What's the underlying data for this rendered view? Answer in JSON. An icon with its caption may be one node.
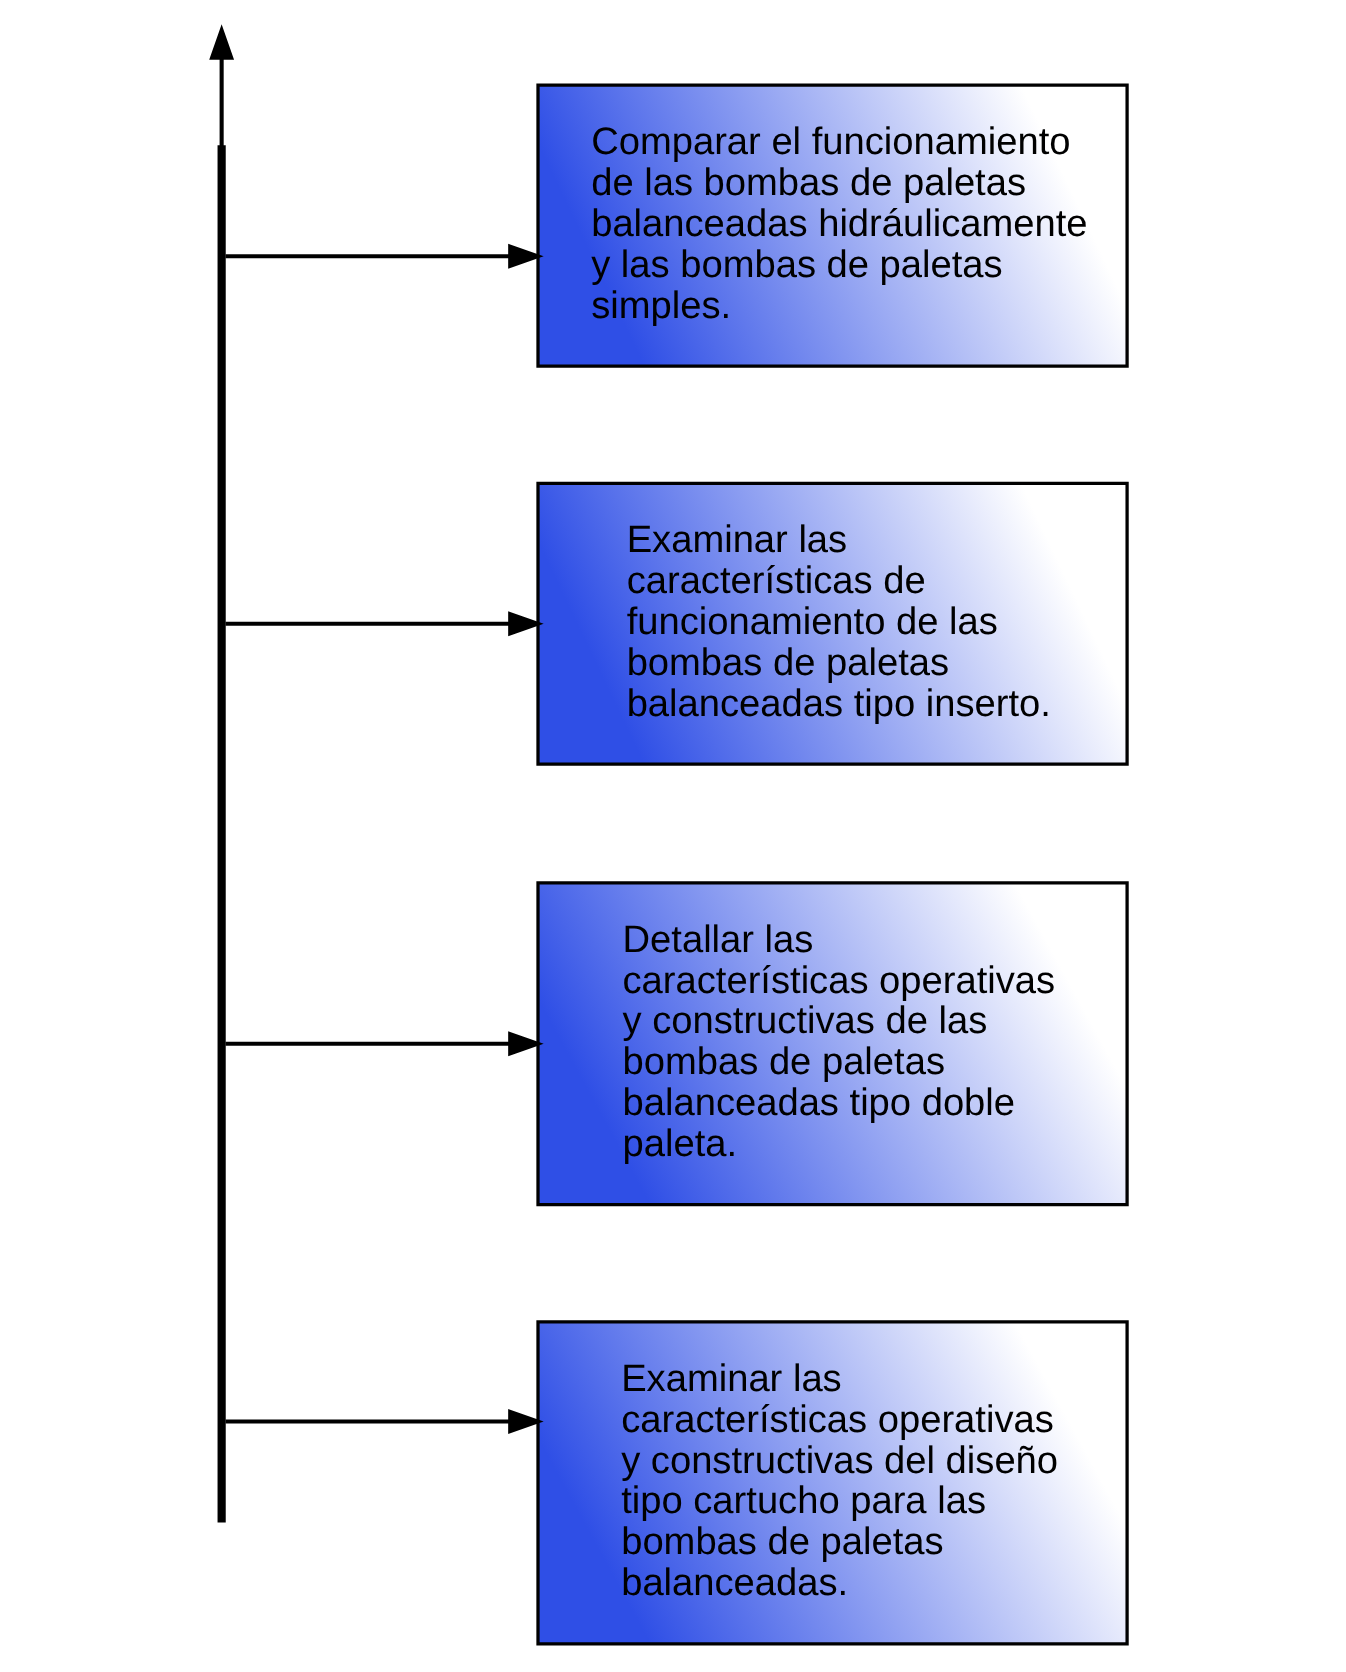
{
  "diagram": {
    "nodes": [
      {
        "text": [],
        "shape": "bar"
      },
      {
        "text": [
          "Comparar el funcionamiento de las bombas de paletas balanceadas hidráulicamente y las bombas de paletas simples."
        ]
      },
      {
        "text": [
          "Examinar las características de funcionamiento de las bombas de paletas balanceadas tipo inserto."
        ]
      },
      {
        "text": [
          "Detallar las características operativas y constructivas de las bombas de paletas balanceadas tipo doble paleta."
        ]
      },
      {
        "text": [
          "Examinar las características operativas y constructivas del diseño tipo cartucho para las bombas de paletas balanceadas."
        ]
      }
    ],
    "edges": [
      {
        "from": 0,
        "to": null,
        "arrow": "to"
      },
      {
        "from": 0,
        "to": 1,
        "arrow": "to"
      },
      {
        "from": 0,
        "to": 2,
        "arrow": "to"
      },
      {
        "from": 0,
        "to": 3,
        "arrow": "to"
      },
      {
        "from": 0,
        "to": 4,
        "arrow": "to"
      }
    ]
  }
}
